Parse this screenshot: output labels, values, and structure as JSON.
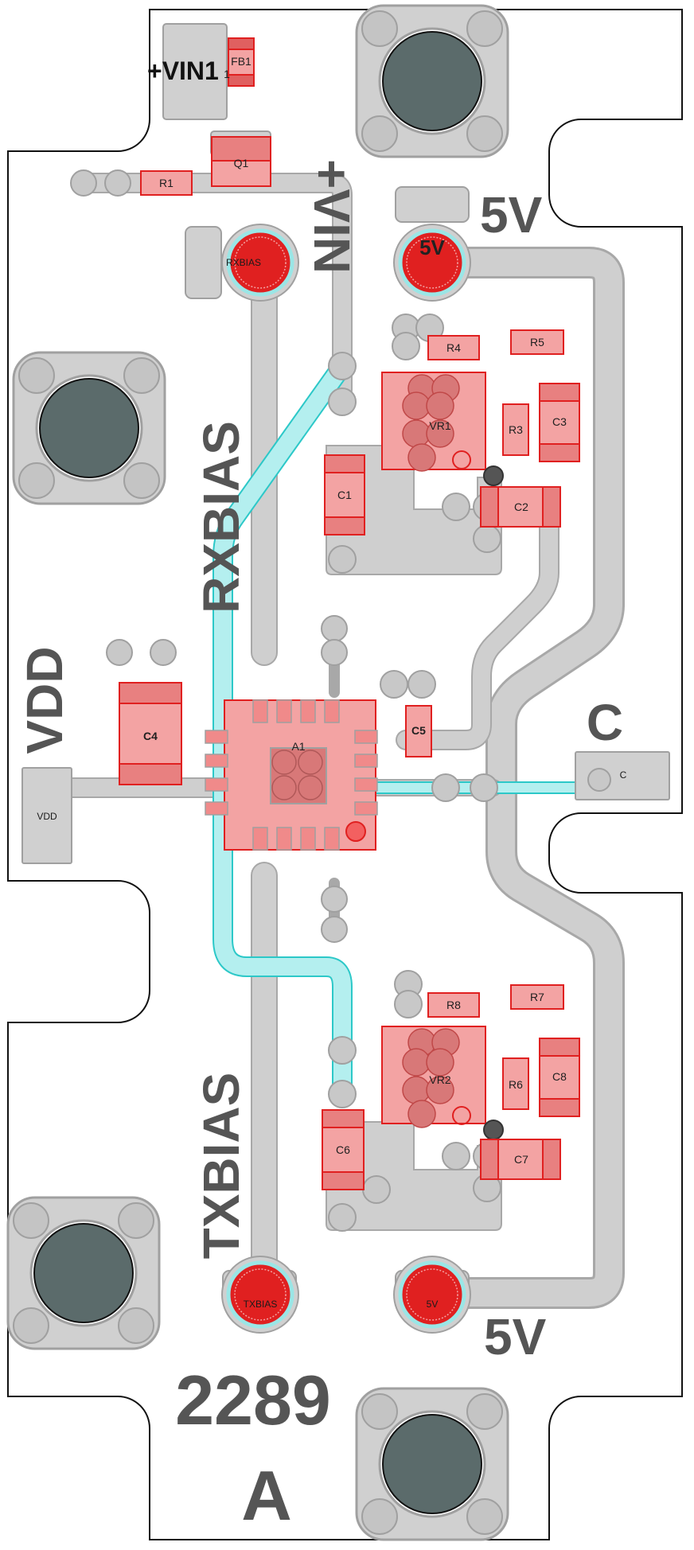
{
  "board": {
    "silkscreen": {
      "vin_top": "+VIN",
      "vin_left": "+VIN1",
      "five_v_top": "5V",
      "five_v_bottom": "5V",
      "rxbias": "RXBIAS",
      "txbias": "TXBIAS",
      "vdd": "VDD",
      "c_label": "C",
      "part_number": "2289",
      "revision": "A"
    },
    "connectors": {
      "vdd_pad": "VDD",
      "c_pad": "C",
      "rxbias_pad": "RXBIAS",
      "txbias_pad": "TXBIAS",
      "five_v_top_pad": "5V",
      "five_v_bottom_pad": "5V"
    },
    "components": {
      "fb1": "FB1",
      "fb1_pin": "1",
      "q1": "Q1",
      "r1": "R1",
      "r3": "R3",
      "r4": "R4",
      "r5": "R5",
      "r6": "R6",
      "r7": "R7",
      "r8": "R8",
      "c1": "C1",
      "c2": "C2",
      "c3": "C3",
      "c4": "C4",
      "c5": "C5",
      "c6": "C6",
      "c7": "C7",
      "c8": "C8",
      "vr1": "VR1",
      "vr2": "VR2",
      "a1": "A1"
    },
    "colors": {
      "outline": "#111111",
      "copper": "#cfcfcf",
      "copper_edge": "#a8a8a8",
      "pad_red": "#f3a3a3",
      "pad_red_edge": "#e02020",
      "trace_cyan": "#9ae6e6",
      "trace_cyan_edge": "#2cc8c8",
      "mount_hole": "#5b6b6b",
      "silkscreen": "#555555"
    }
  }
}
